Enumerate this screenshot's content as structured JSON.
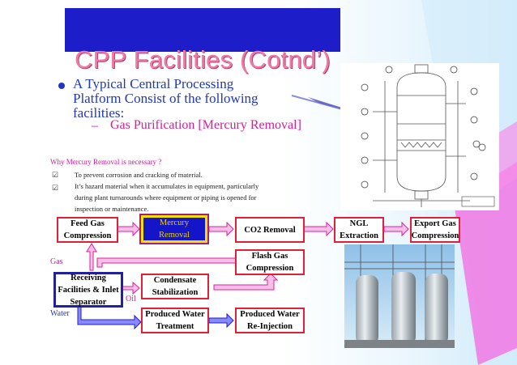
{
  "slide": {
    "title": "CPP Facilities (Cotnd’)",
    "bullet": "A Typical Central Processing Platform Consist of the following facilities:",
    "sub_dash": "–",
    "sub_bullet": "Gas Purification [Mercury Removal]",
    "why_heading": "Why Mercury Removal is necessary ?",
    "check_glyph": "☑",
    "reasons": [
      "To prevent corrosion and cracking of material.",
      "It’s hazard material when it accumulates in equipment, particularly during plant turnarounds where equipment or piping is opened for inspection or maintenance."
    ]
  },
  "flow": {
    "feed_gas": "Feed Gas Compression",
    "mercury": "Mercury Removal",
    "co2": "CO2 Removal",
    "ngl": "NGL Extraction",
    "export_gas": "Export Gas Compression",
    "flash_gas": "Flash Gas Compression",
    "receiving": "Receiving Facilities & Inlet Separator",
    "condensate": "Condensate Stabilization",
    "produced_water_treatment": "Produced Water Treatment",
    "produced_water_reinjection": "Produced Water Re-Injection",
    "label_gas": "Gas",
    "label_oil": "Oil",
    "label_water": "Water"
  },
  "colors": {
    "title_pink": "#f07aa6",
    "bullet_blue": "#2038c0",
    "accent_magenta": "#d0209a",
    "box_red": "#e0203a",
    "mercury_fill": "#1414c8",
    "mercury_text": "#e7d000",
    "topbar_blue": "#1d1dc9"
  },
  "images": {
    "drawing": "vessel-engineering-drawing",
    "photo": "mercury-removal-vessels-photo"
  }
}
